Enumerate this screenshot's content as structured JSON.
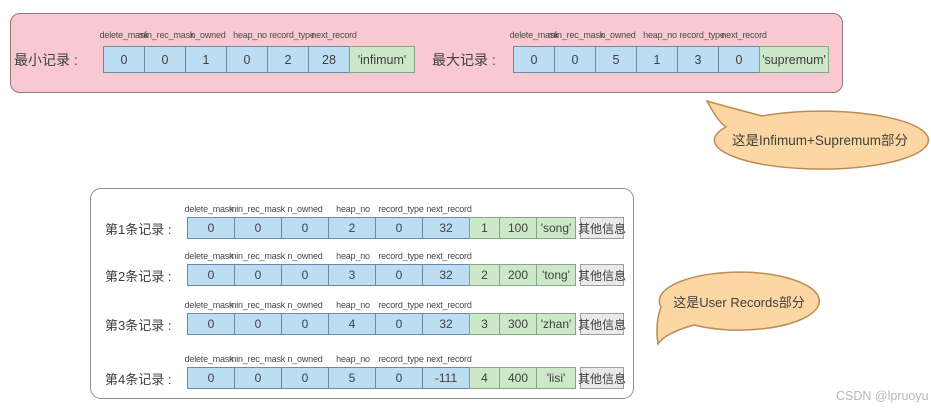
{
  "field_headers": [
    "delete_mask",
    "min_rec_mask",
    "n_owned",
    "heap_no",
    "record_type",
    "next_record"
  ],
  "infimum_supremum": {
    "bubble": "这是Infimum+Supremum部分",
    "min": {
      "label": "最小记录 :",
      "values": [
        "0",
        "0",
        "1",
        "0",
        "2",
        "28"
      ],
      "extra": "'infimum'"
    },
    "max": {
      "label": "最大记录 :",
      "values": [
        "0",
        "0",
        "5",
        "1",
        "3",
        "0"
      ],
      "extra": "'supremum'"
    }
  },
  "user_records": {
    "bubble": "这是User Records部分",
    "rows": [
      {
        "label": "第1条记录 :",
        "values": [
          "0",
          "0",
          "0",
          "2",
          "0",
          "32"
        ],
        "key": [
          "1",
          "100",
          "'song'"
        ],
        "other": "其他信息"
      },
      {
        "label": "第2条记录 :",
        "values": [
          "0",
          "0",
          "0",
          "3",
          "0",
          "32"
        ],
        "key": [
          "2",
          "200",
          "'tong'"
        ],
        "other": "其他信息"
      },
      {
        "label": "第3条记录 :",
        "values": [
          "0",
          "0",
          "0",
          "4",
          "0",
          "32"
        ],
        "key": [
          "3",
          "300",
          "'zhan'"
        ],
        "other": "其他信息"
      },
      {
        "label": "第4条记录 :",
        "values": [
          "0",
          "0",
          "0",
          "5",
          "0",
          "-111"
        ],
        "key": [
          "4",
          "400",
          "'lisi'"
        ],
        "other": "其他信息"
      }
    ]
  },
  "watermark": "CSDN @lpruoyu",
  "colors": {
    "pink_box_fill": "#f9c9d2",
    "blue_cell_fill": "#bdddf3",
    "green_cell_fill": "#cde8c8",
    "gray_cell_fill": "#e9e9e9",
    "bubble_fill": "#fcd7a4",
    "bubble_border": "#bd8c52"
  }
}
